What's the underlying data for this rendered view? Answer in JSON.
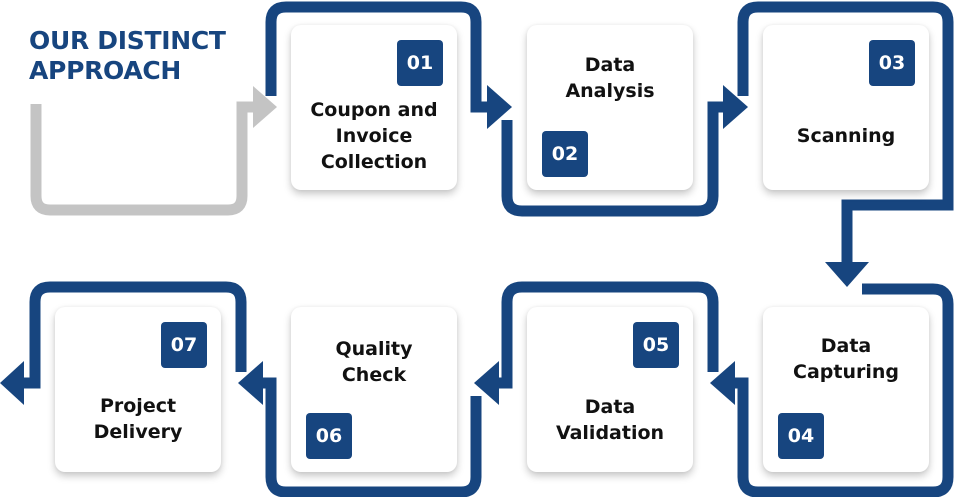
{
  "heading": {
    "line1": "OUR DISTINCT",
    "line2": "APPROACH"
  },
  "colors": {
    "primary": "#17457F",
    "connector_start": "#C4C4C4",
    "card_background": "#FFFFFF",
    "text": "#111111"
  },
  "steps": [
    {
      "number": "01",
      "title": "Coupon and\nInvoice\nCollection"
    },
    {
      "number": "02",
      "title": "Data\nAnalysis"
    },
    {
      "number": "03",
      "title": "Scanning"
    },
    {
      "number": "04",
      "title": "Data\nCapturing"
    },
    {
      "number": "05",
      "title": "Data\nValidation"
    },
    {
      "number": "06",
      "title": "Quality\nCheck"
    },
    {
      "number": "07",
      "title": "Project\nDelivery"
    }
  ]
}
